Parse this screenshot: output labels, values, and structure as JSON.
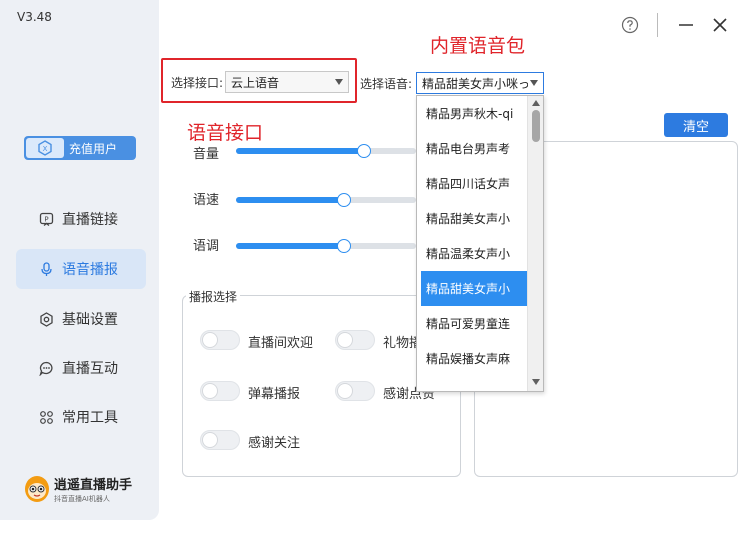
{
  "app": {
    "version": "V3.48"
  },
  "sidebar": {
    "vip_label": "充值用户",
    "items": [
      {
        "label": "直播链接",
        "active": false,
        "icon": "live-link-icon"
      },
      {
        "label": "语音播报",
        "active": true,
        "icon": "microphone-icon"
      },
      {
        "label": "基础设置",
        "active": false,
        "icon": "gear-icon"
      },
      {
        "label": "直播互动",
        "active": false,
        "icon": "chat-icon"
      },
      {
        "label": "常用工具",
        "active": false,
        "icon": "tools-icon"
      }
    ],
    "logo_title": "逍遥直播助手",
    "logo_subtitle": "抖音直播AI机器人"
  },
  "annotations": {
    "builtin_voice_pack": "内置语音包",
    "voice_interface": "语音接口"
  },
  "controls": {
    "interface_label": "选择接口:",
    "interface_value": "云上语音",
    "voice_label": "选择语音:",
    "voice_value": "精品甜美女声小咪っ",
    "clear_label": "清空",
    "sliders": [
      {
        "label": "音量",
        "value": 0.71
      },
      {
        "label": "语速",
        "value": 0.6
      },
      {
        "label": "语调",
        "value": 0.6
      }
    ]
  },
  "dropdown": {
    "options": [
      "精品男声秋木-qi",
      "精品电台男声考",
      "精品四川话女声",
      "精品甜美女声小",
      "精品温柔女声小",
      "精品甜美女声小",
      "精品可爱男童连",
      "精品娱播女声麻"
    ],
    "selected_index": 5
  },
  "broadcast": {
    "title": "播报选择",
    "options": [
      {
        "label": "直播间欢迎",
        "on": false
      },
      {
        "label": "礼物播",
        "on": false
      },
      {
        "label": "弹幕播报",
        "on": false
      },
      {
        "label": "感谢点赞",
        "on": false
      },
      {
        "label": "感谢关注",
        "on": false
      }
    ]
  },
  "colors": {
    "accent": "#2d7be0",
    "annotation": "#e0252b",
    "sidebar_bg": "#edf0f5"
  }
}
